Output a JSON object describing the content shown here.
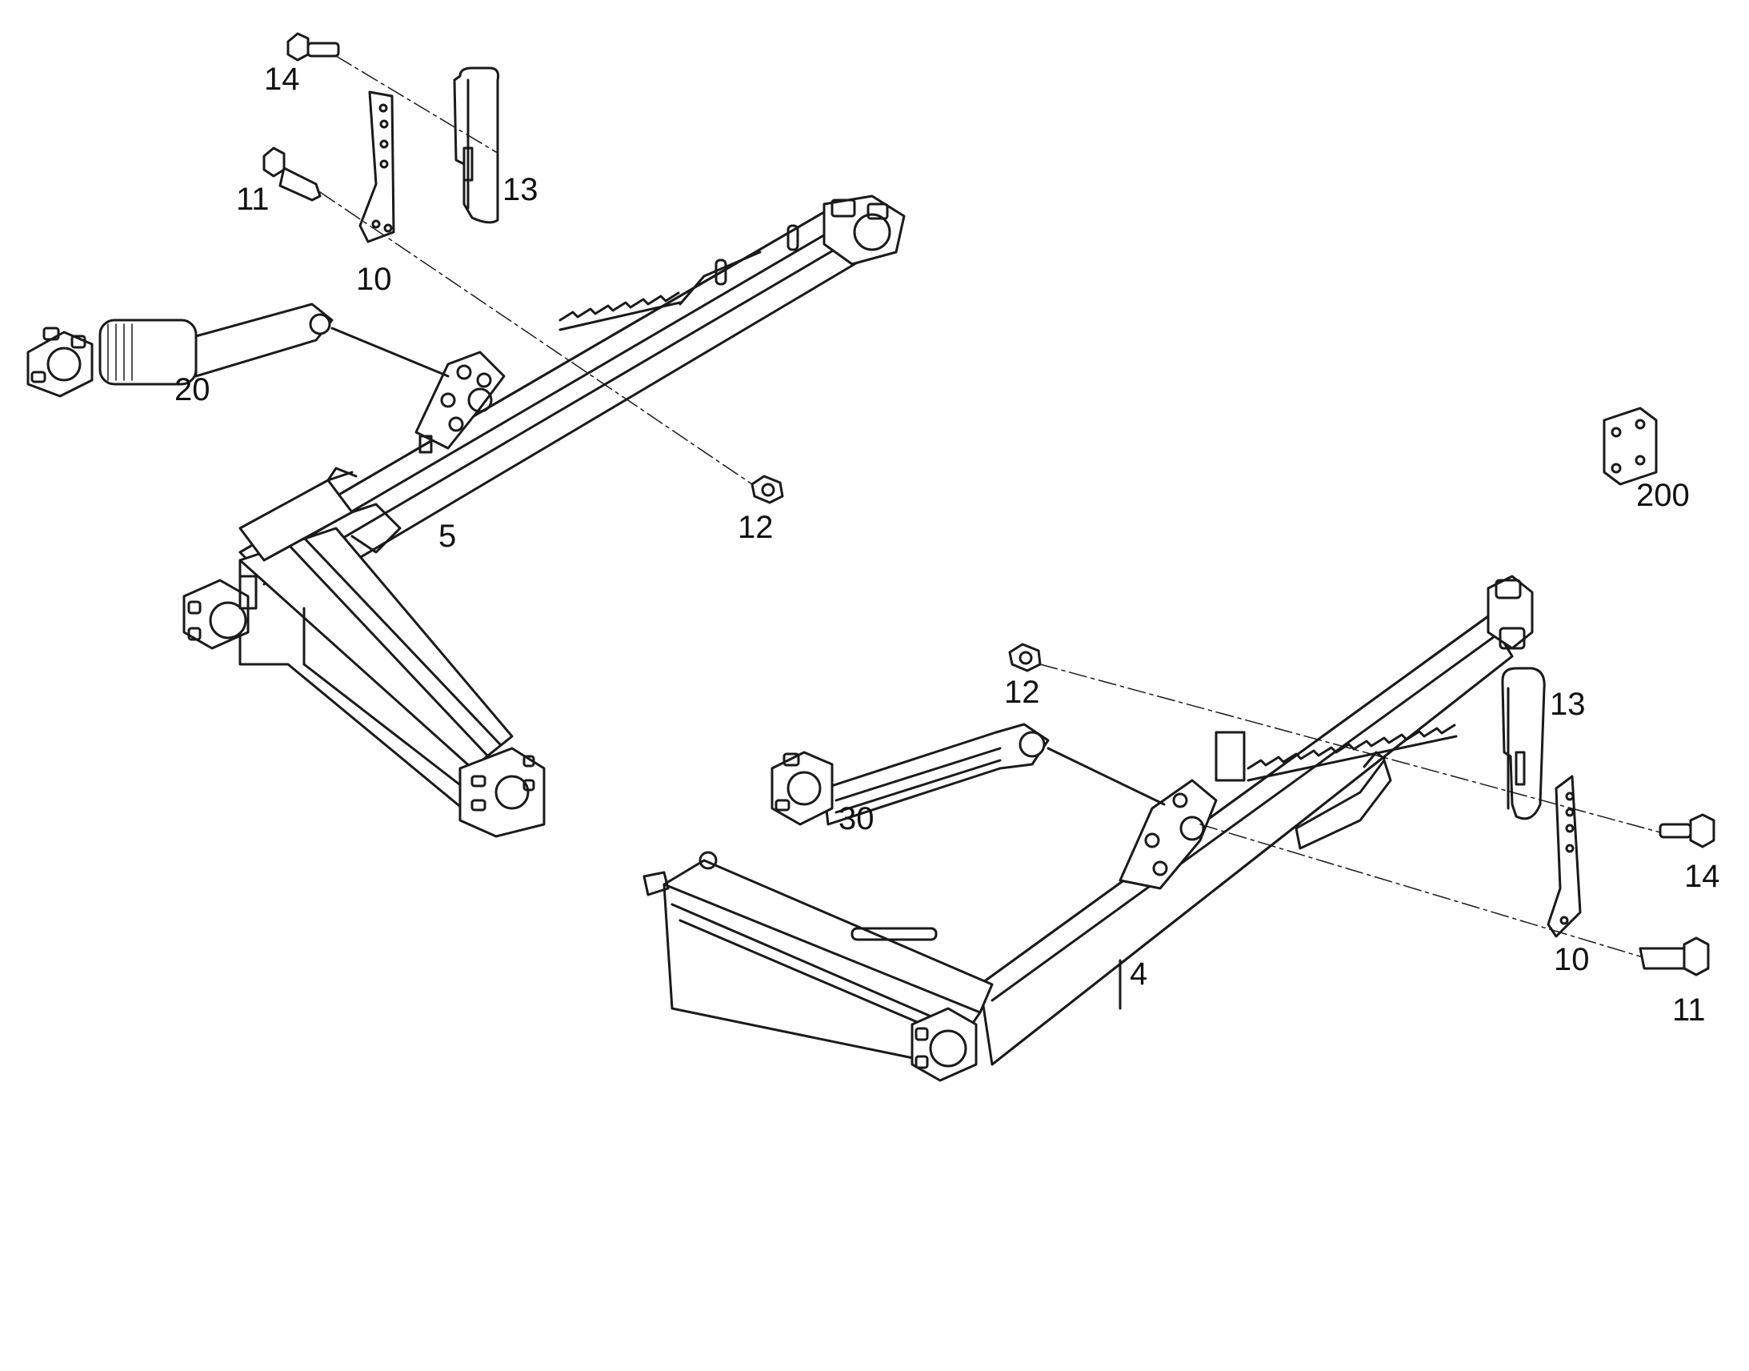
{
  "diagram": {
    "type": "exploded-parts-diagram",
    "line_color": "#1a1a1a",
    "background": "#ffffff",
    "callouts": {
      "left_bolt_top": "14",
      "left_bolt_lower": "11",
      "left_plate": "10",
      "left_handle": "13",
      "cylinder": "20",
      "left_nut": "12",
      "left_frame": "5",
      "spacer_block": "200",
      "right_nut": "12",
      "right_handle": "13",
      "link_arm": "30",
      "right_bolt_top": "14",
      "right_plate": "10",
      "right_bolt_lower": "11",
      "right_frame": "4"
    }
  }
}
